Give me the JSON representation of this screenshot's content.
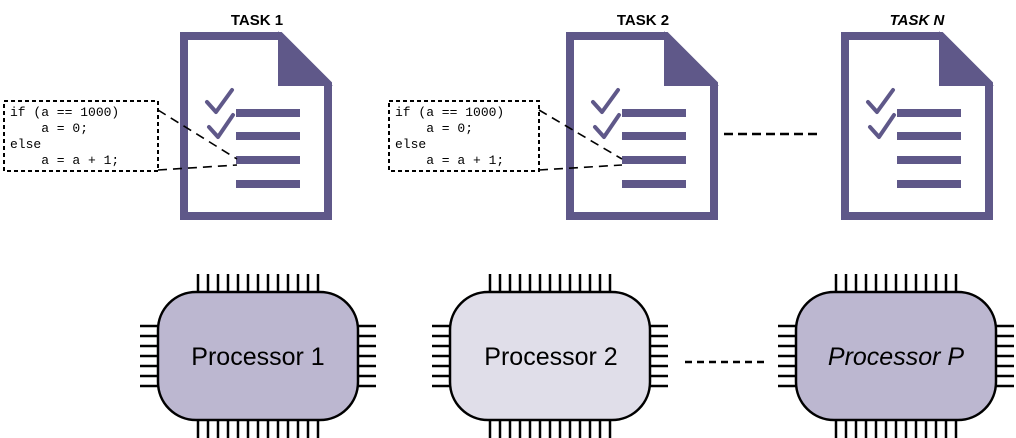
{
  "colors": {
    "document": "#5f5889",
    "processor_dark": "#bcb7d0",
    "processor_light": "#e0dee9",
    "outline": "#000000"
  },
  "tasks": [
    {
      "title": "TASK 1",
      "italic": false
    },
    {
      "title": "TASK 2",
      "italic": false
    },
    {
      "title": "TASK N",
      "italic": true
    }
  ],
  "code_snippet": {
    "lines": [
      "if (a == 1000)",
      "    a = 0;",
      "else",
      "    a = a + 1;"
    ]
  },
  "processors": [
    {
      "label": "Processor 1",
      "italic": false,
      "fill": "dark"
    },
    {
      "label": "Processor 2",
      "italic": false,
      "fill": "light"
    },
    {
      "label": "Processor P",
      "italic": true,
      "fill": "dark"
    }
  ],
  "icons": {
    "document": "document-checklist-icon",
    "chip": "processor-chip-icon"
  }
}
